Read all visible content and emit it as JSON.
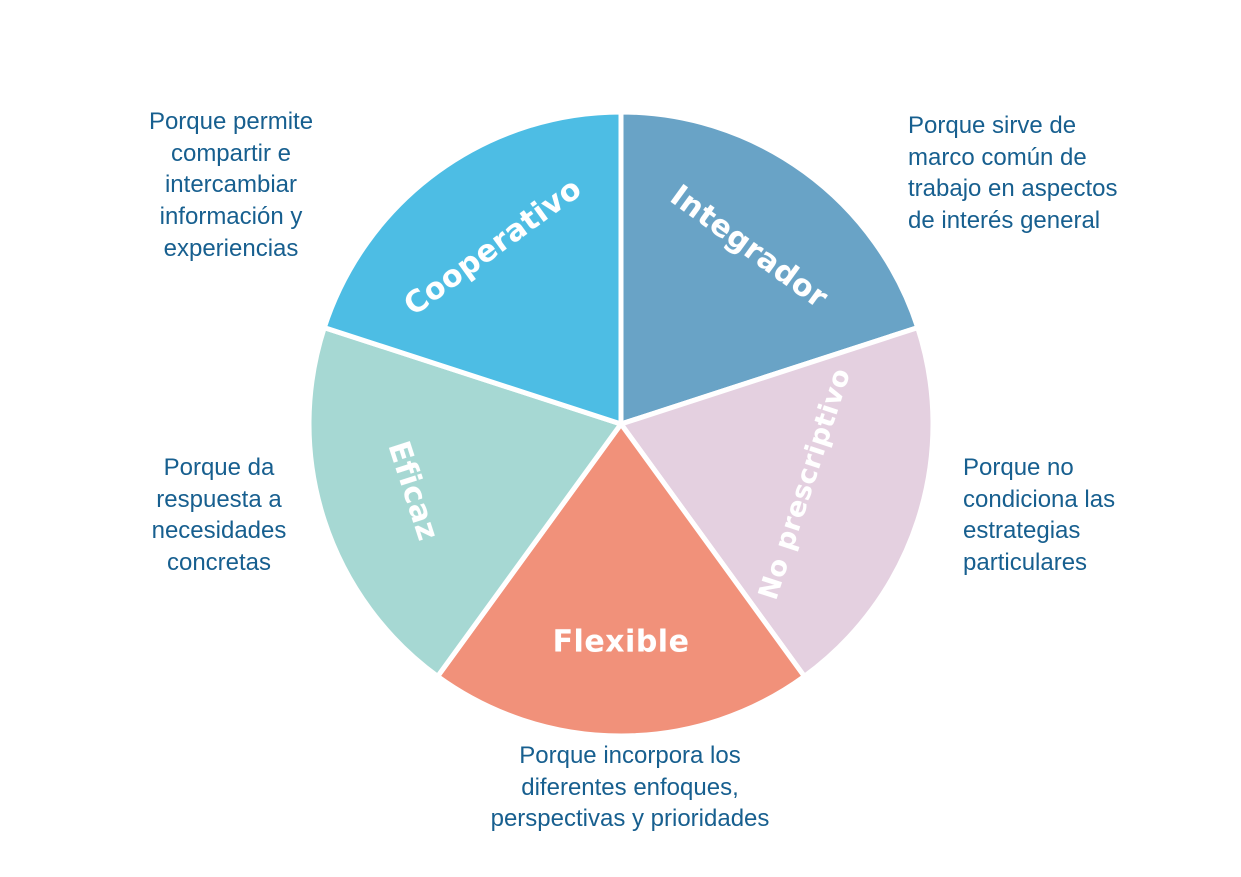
{
  "chart_data": {
    "type": "pie",
    "title": "",
    "direction": "clockwise",
    "start_angle_deg": 0,
    "equal_slices": true,
    "label_color": "#ffffff",
    "annotation_color": "#175f8f",
    "background_color": "#ffffff",
    "slices": [
      {
        "label": "Integrador",
        "value": 20,
        "color": "#69a3c6",
        "note": "Porque sirve de\nmarco común de\ntrabajo en aspectos\nde interés general"
      },
      {
        "label": "No prescriptivo",
        "value": 20,
        "color": "#e4d0e0",
        "note": "Porque no\ncondiciona las\nestrategias\nparticulares"
      },
      {
        "label": "Flexible",
        "value": 20,
        "color": "#f1917a",
        "note": "Porque incorpora los\ndiferentes enfoques,\nperspectivas y prioridades"
      },
      {
        "label": "Eficaz",
        "value": 20,
        "color": "#a6d8d3",
        "note": "Porque da\nrespuesta a\nnecesidades\nconcretas"
      },
      {
        "label": "Cooperativo",
        "value": 20,
        "color": "#4dbde4",
        "note": "Porque permite\ncompartir e\nintercambiar\ninformación y\nexperiencias"
      }
    ]
  }
}
